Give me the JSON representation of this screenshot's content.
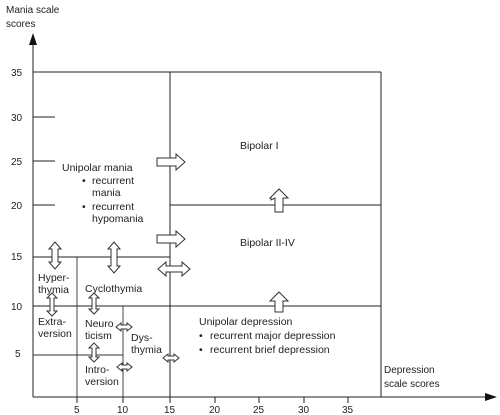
{
  "axes": {
    "y_title_line1": "Mania scale",
    "y_title_line2": "scores",
    "x_title_line1": "Depression",
    "x_title_line2": "scale scores",
    "y_ticks": [
      "35",
      "30",
      "25",
      "20",
      "15",
      "10",
      "5"
    ],
    "x_ticks": [
      "5",
      "10",
      "15",
      "20",
      "25",
      "30",
      "35"
    ]
  },
  "regions": {
    "bipolar_i": "Bipolar I",
    "bipolar_ii_iv": "Bipolar II-IV",
    "unipolar_mania": {
      "title": "Unipolar mania",
      "bullet1_line1": "recurrent",
      "bullet1_line2": "mania",
      "bullet2_line1": "recurrent",
      "bullet2_line2": "hypomania"
    },
    "unipolar_depression": {
      "title": "Unipolar depression",
      "bullet1": "recurrent major depression",
      "bullet2": "recurrent brief depression"
    },
    "cyclothymia": "Cyclothymia",
    "hyperthymia_line1": "Hyper-",
    "hyperthymia_line2": "thymia",
    "extraversion_line1": "Extra-",
    "extraversion_line2": "version",
    "neuroticism_line1": "Neuro",
    "neuroticism_line2": "ticism",
    "introversion_line1": "Intro-",
    "introversion_line2": "version",
    "dysthymia_line1": "Dys-",
    "dysthymia_line2": "thymia"
  },
  "bullet_symbol": "•"
}
